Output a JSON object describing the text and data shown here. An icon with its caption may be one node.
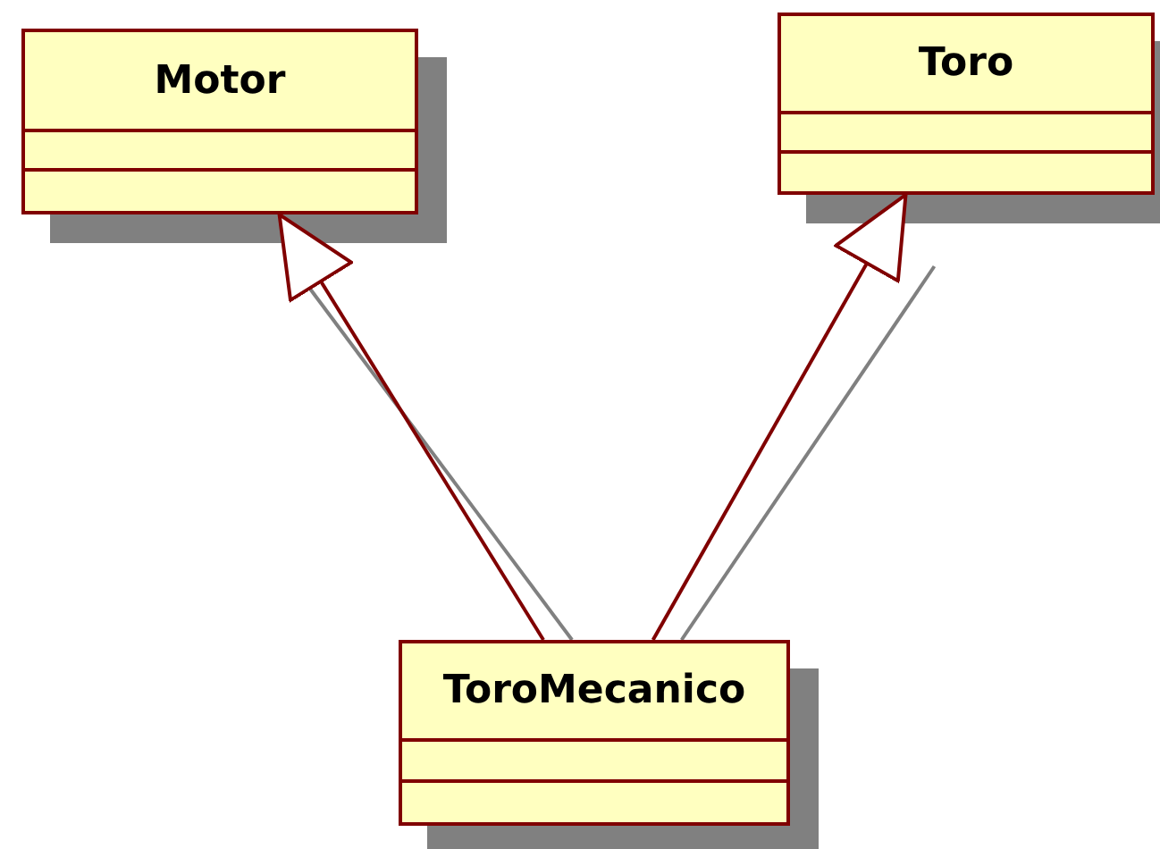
{
  "diagram": {
    "nodes": [
      {
        "text": [
          "Motor"
        ]
      },
      {
        "text": [
          "Toro"
        ]
      },
      {
        "text": [
          "ToroMecanico"
        ]
      }
    ],
    "edges": [
      {
        "from": 2,
        "to": 0,
        "arrow": "to"
      },
      {
        "from": 2,
        "to": 1,
        "arrow": "to"
      }
    ]
  }
}
